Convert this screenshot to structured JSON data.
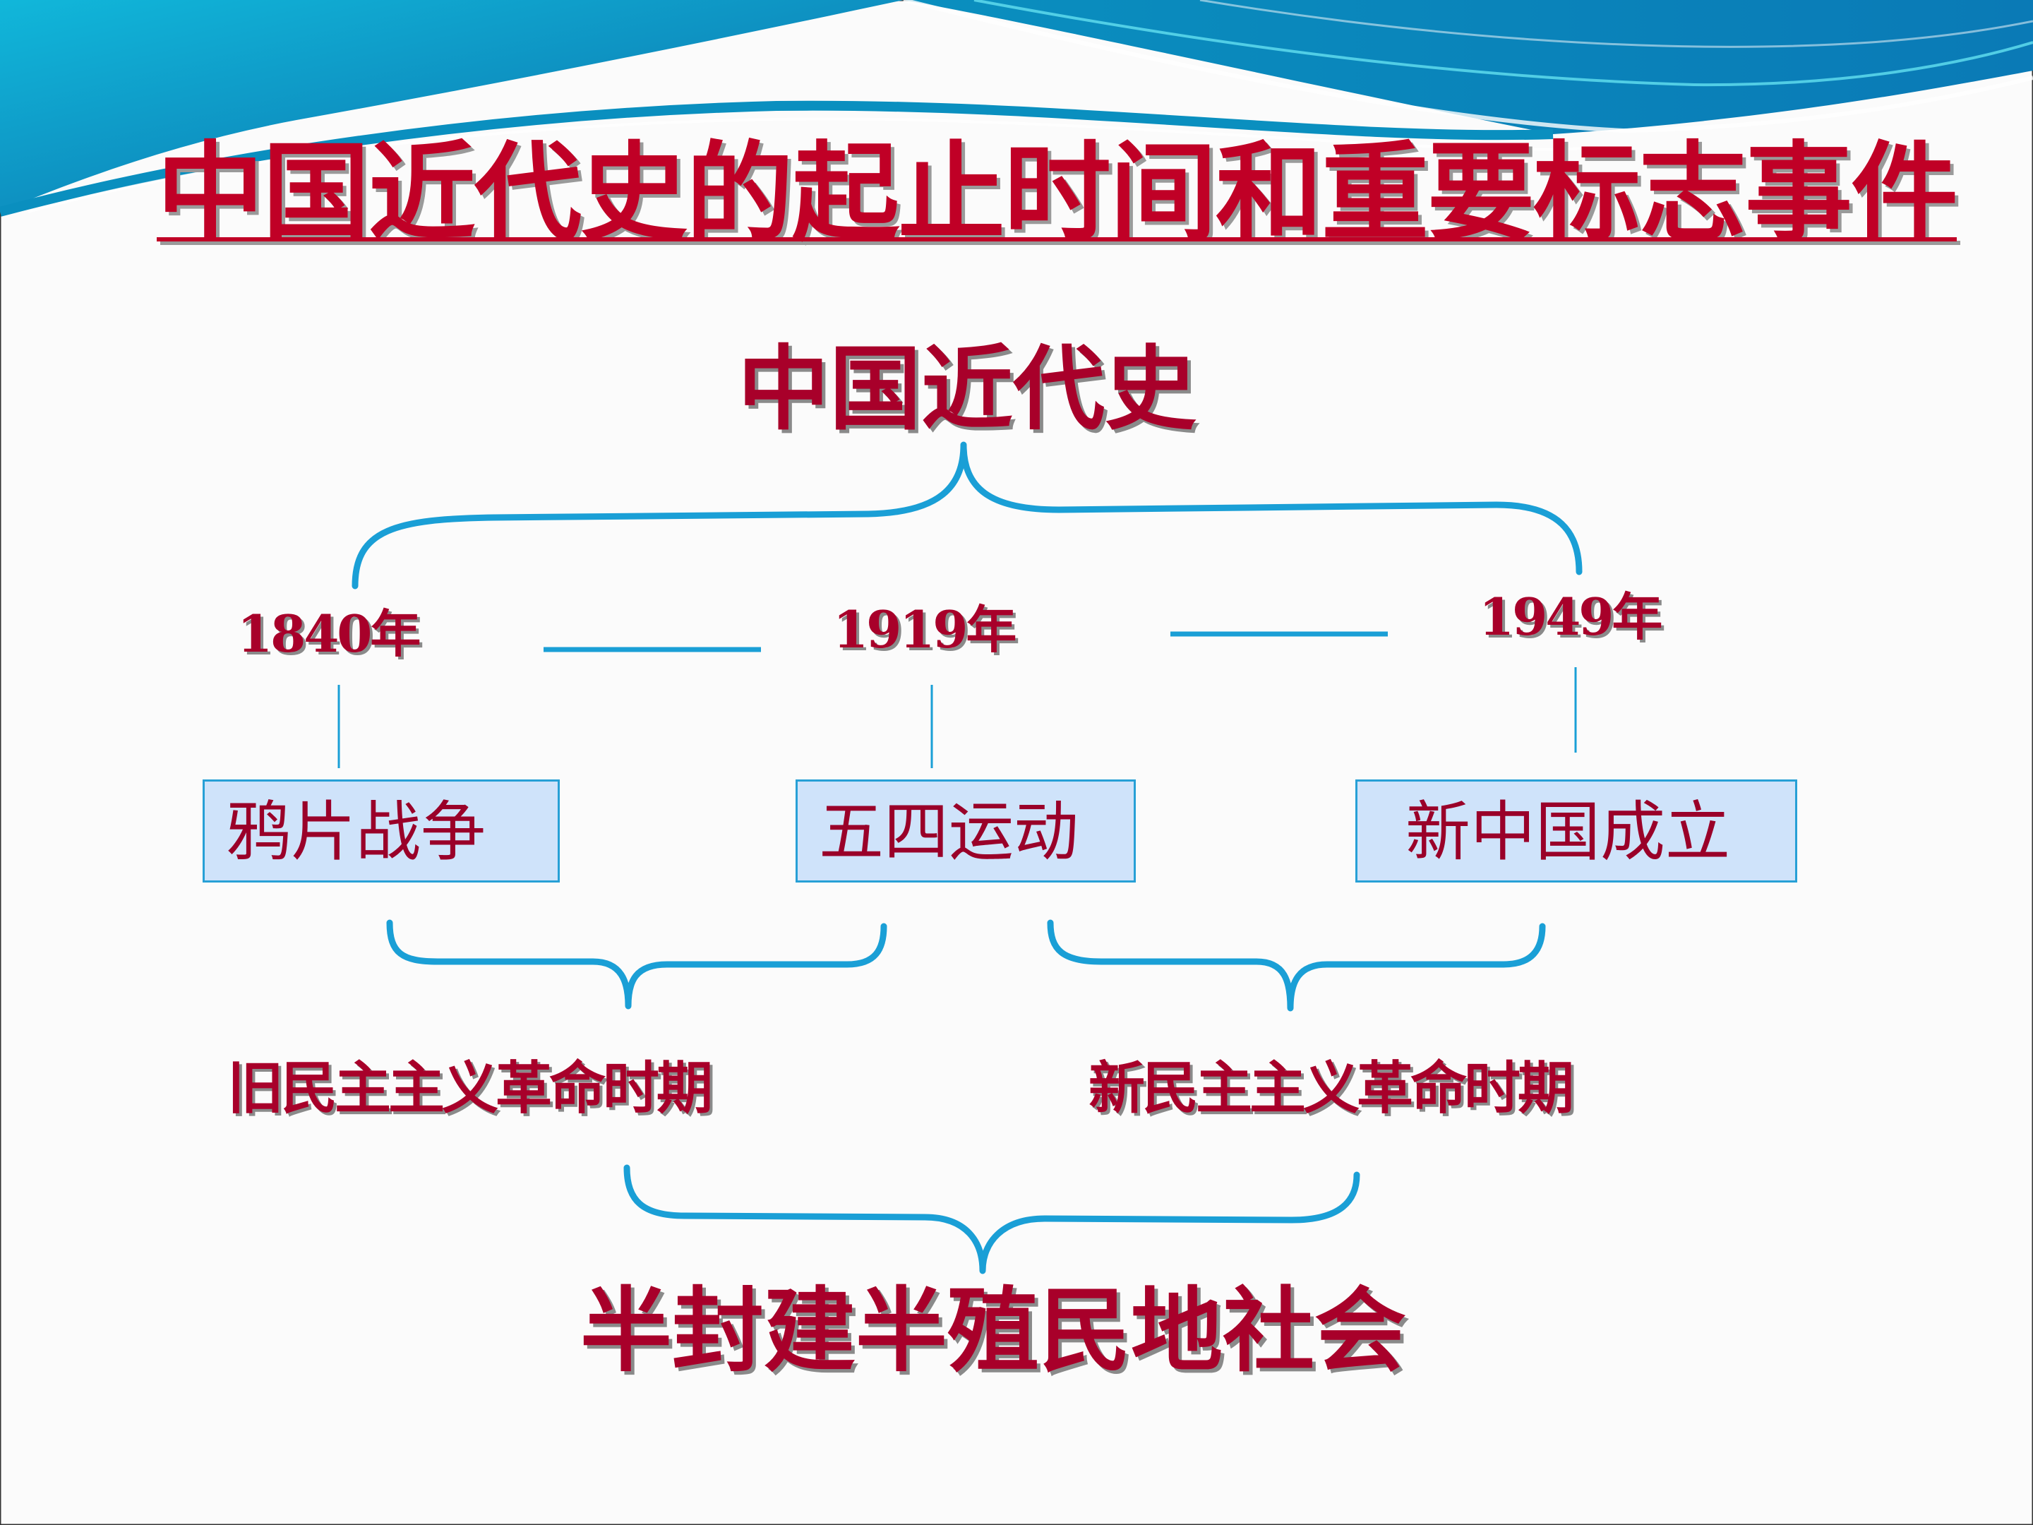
{
  "title": "中国近代史的起止时间和重要标志事件",
  "diagram": {
    "root": "中国近代史",
    "years": [
      "1840年",
      "1919年",
      "1949年"
    ],
    "events": [
      "鸦片战争",
      "五四运动",
      "新中国成立"
    ],
    "periods": [
      "旧民主主义革命时期",
      "新民主主义革命时期"
    ],
    "society": "半封建半殖民地社会"
  },
  "colors": {
    "title": "#c00026",
    "text": "#a8002a",
    "bracket": "#1a9fd6",
    "box_fill": "#cfe3fa",
    "banner": "#0a9bc4"
  }
}
